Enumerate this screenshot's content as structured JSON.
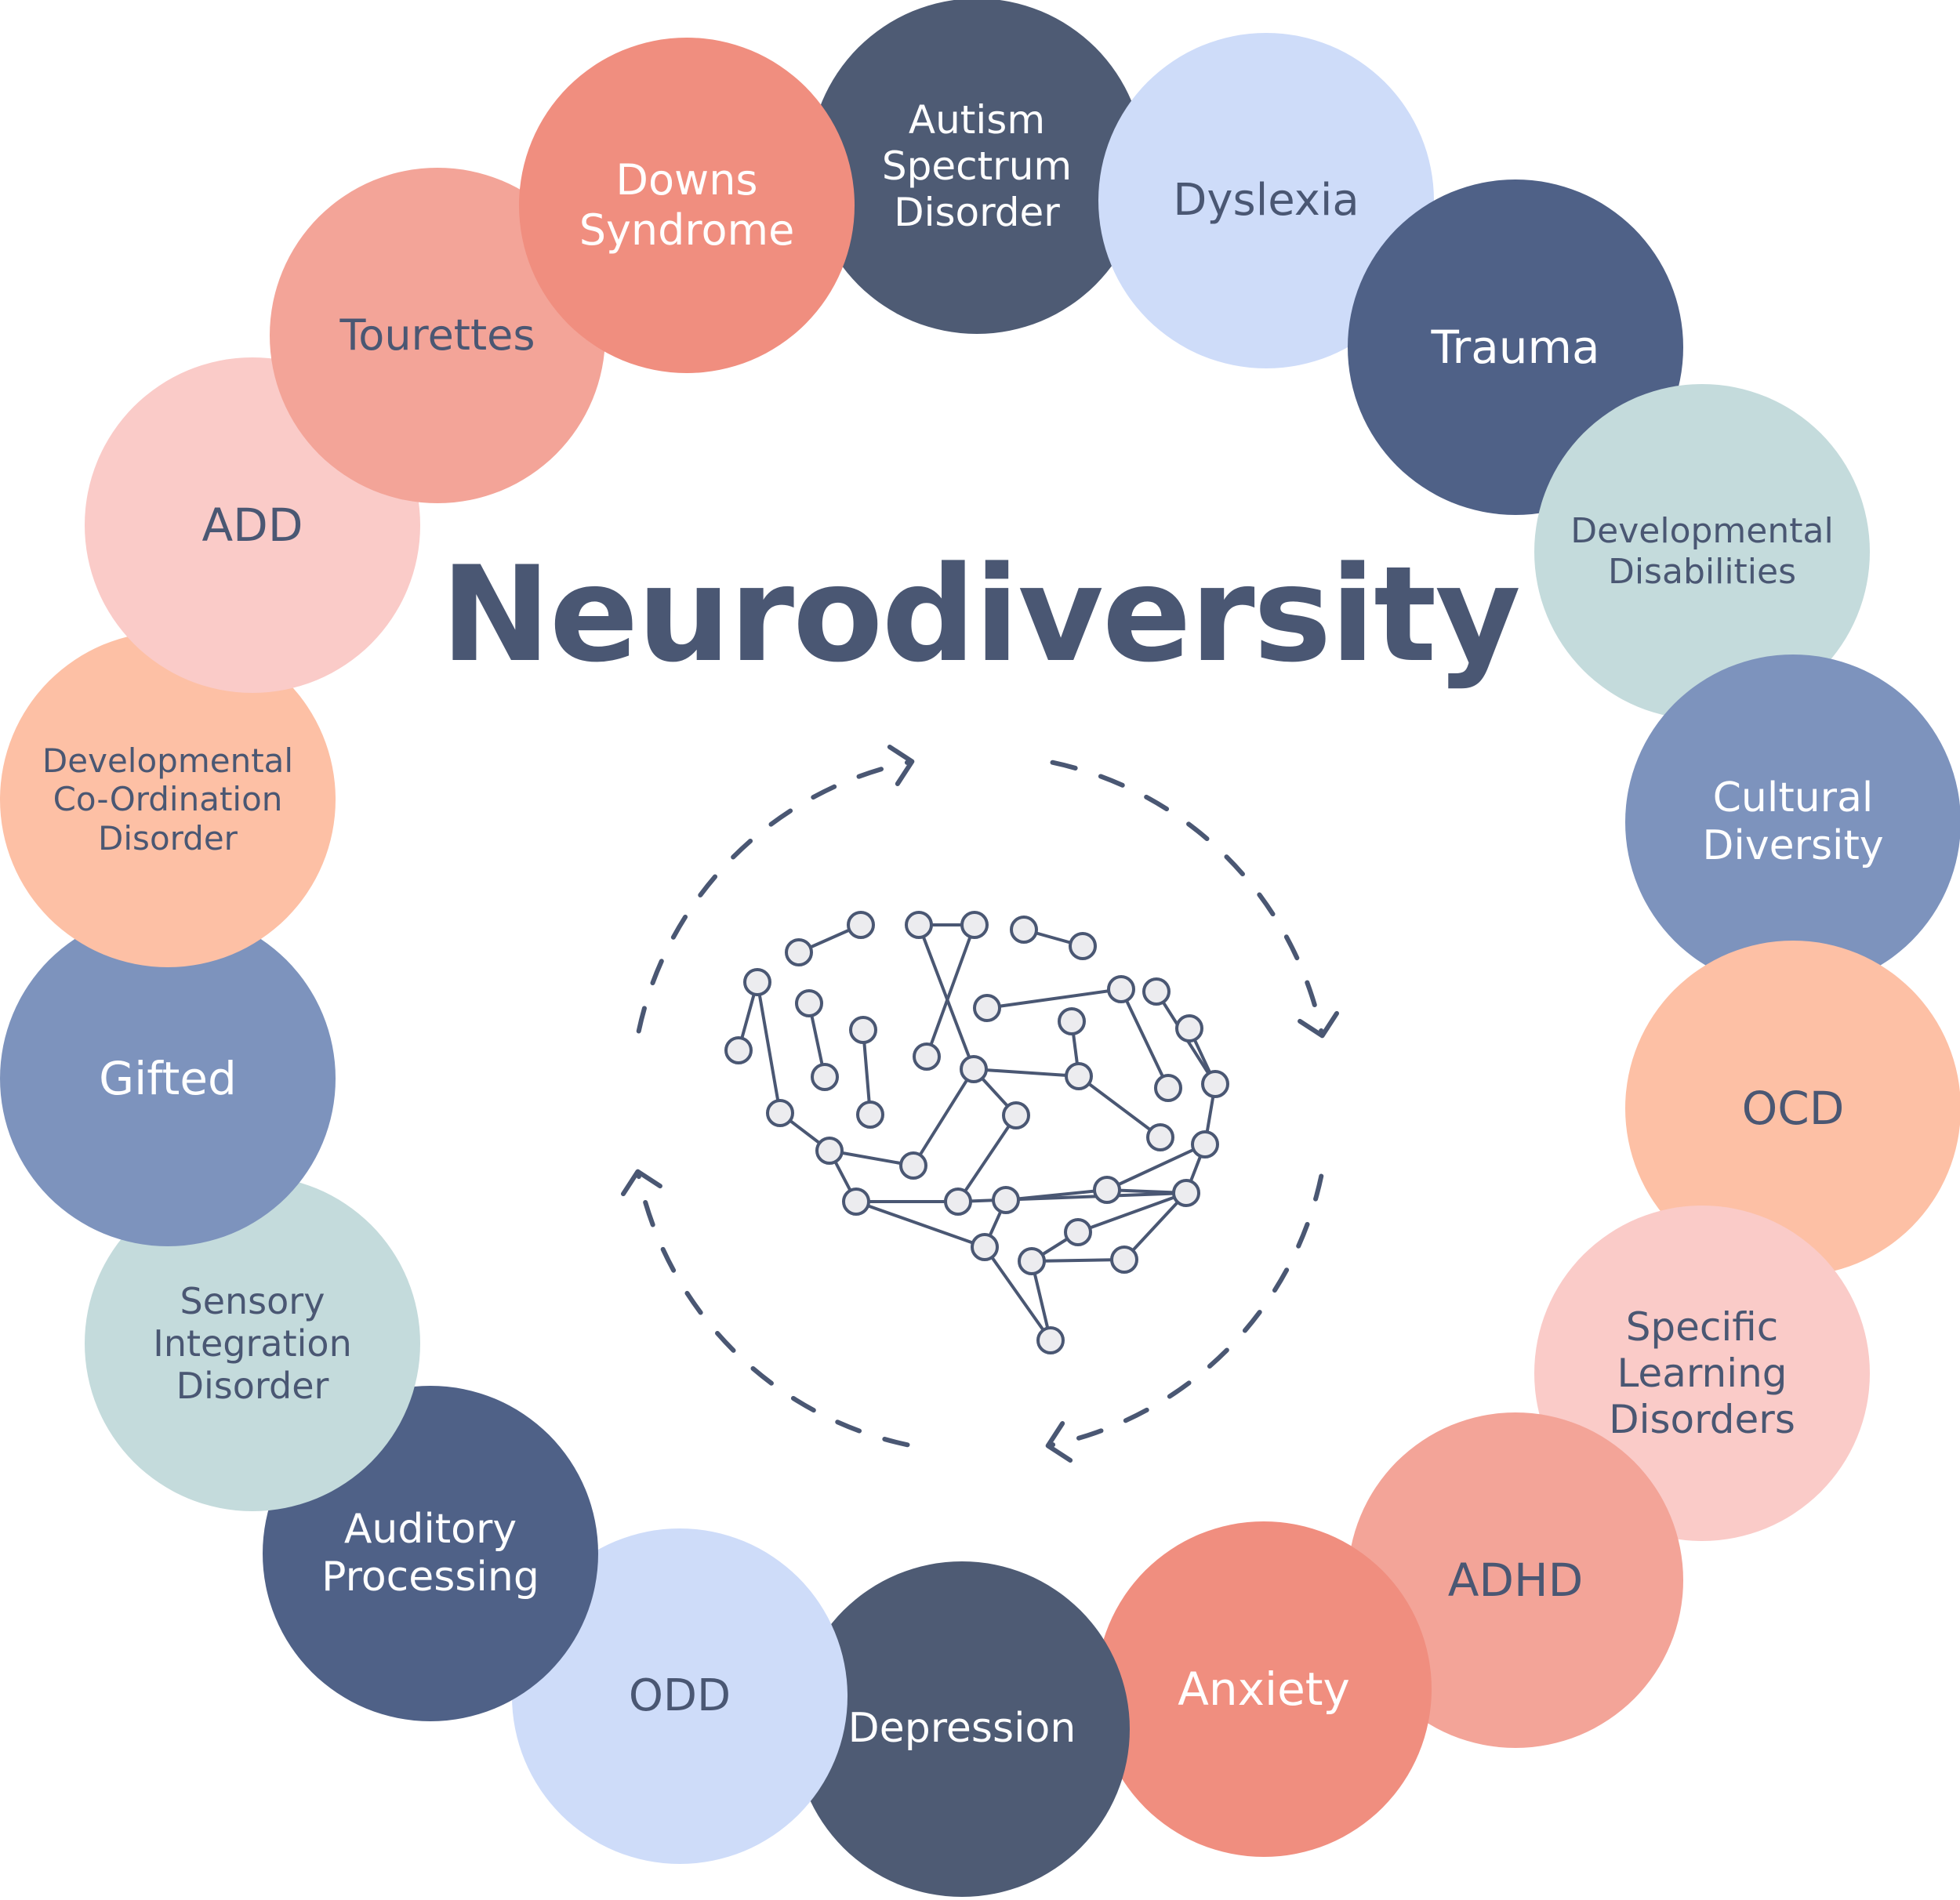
{
  "title": "Neurodiversity",
  "colors": {
    "title": "#4a5773",
    "dark_text": "#4a5773",
    "light_text": "#ffffff",
    "brain_stroke": "#4a5773",
    "brain_node_fill": "#ececef"
  },
  "items": [
    {
      "label": "Tourettes",
      "bg": "#f3a498",
      "text": "#4a5773",
      "size": 54
    },
    {
      "label": "Downs\nSyndrome",
      "bg": "#f08e7f",
      "text": "#ffffff",
      "size": 54
    },
    {
      "label": "Autism\nSpectrum\nDisorder",
      "bg": "#4e5b74",
      "text": "#ffffff",
      "size": 50
    },
    {
      "label": "Dyslexia",
      "bg": "#cedcf9",
      "text": "#4a5773",
      "size": 56
    },
    {
      "label": "Trauma",
      "bg": "#4f6187",
      "text": "#ffffff",
      "size": 58
    },
    {
      "label": "Developmental\nDisabilities",
      "bg": "#c4dbdc",
      "text": "#4a5773",
      "size": 44
    },
    {
      "label": "Cultural\nDiversity",
      "bg": "#7d93bd",
      "text": "#ffffff",
      "size": 52
    },
    {
      "label": "OCD",
      "bg": "#fdc0a5",
      "text": "#4a5773",
      "size": 58
    },
    {
      "label": "Specific\nLearning\nDisorders",
      "bg": "#facbc8",
      "text": "#4a5773",
      "size": 50
    },
    {
      "label": "ADHD",
      "bg": "#f3a498",
      "text": "#4a5773",
      "size": 58
    },
    {
      "label": "Anxiety",
      "bg": "#f08e7f",
      "text": "#ffffff",
      "size": 58
    },
    {
      "label": "Depression",
      "bg": "#4e5b74",
      "text": "#ffffff",
      "size": 52
    },
    {
      "label": "ODD",
      "bg": "#cedcf9",
      "text": "#4a5773",
      "size": 56
    },
    {
      "label": "Auditory\nProcessing",
      "bg": "#4f6187",
      "text": "#ffffff",
      "size": 52
    },
    {
      "label": "Sensory\nIntegration\nDisorder",
      "bg": "#c4dbdc",
      "text": "#4a5773",
      "size": 46
    },
    {
      "label": "Gifted",
      "bg": "#7d93bd",
      "text": "#ffffff",
      "size": 58
    },
    {
      "label": "Developmental\nCo-Ordination\nDisorder",
      "bg": "#fdc0a5",
      "text": "#4a5773",
      "size": 42
    },
    {
      "label": "ADD",
      "bg": "#facbc8",
      "text": "#4a5773",
      "size": 58
    }
  ]
}
